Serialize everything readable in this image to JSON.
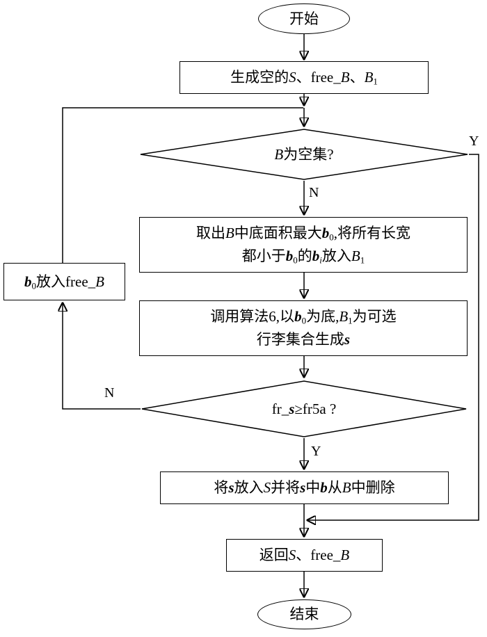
{
  "diagram": {
    "kind": "flowchart",
    "line_color": "#000000",
    "fill_color": "#ffffff"
  },
  "nodes": {
    "start": {
      "type": "terminator",
      "label": [
        {
          "t": "开始",
          "s": "n"
        }
      ]
    },
    "create_sets": {
      "type": "process",
      "label": [
        {
          "t": "生成空的",
          "s": "n"
        },
        {
          "t": "S",
          "s": "i"
        },
        {
          "t": "、free_",
          "s": "n"
        },
        {
          "t": "B",
          "s": "i"
        },
        {
          "t": "、",
          "s": "n"
        },
        {
          "t": "B",
          "s": "i"
        },
        {
          "t": "1",
          "s": "sub"
        }
      ]
    },
    "check_b_empty": {
      "type": "decision",
      "label": [
        {
          "t": "B",
          "s": "i"
        },
        {
          "t": "为空集?",
          "s": "n"
        }
      ]
    },
    "pick_b0": {
      "type": "process",
      "line1": [
        {
          "t": "取出",
          "s": "n"
        },
        {
          "t": "B",
          "s": "i"
        },
        {
          "t": "中底面积最大",
          "s": "n"
        },
        {
          "t": "b",
          "s": "bi"
        },
        {
          "t": "0",
          "s": "sub"
        },
        {
          "t": ",将所有长宽",
          "s": "n"
        }
      ],
      "line2": [
        {
          "t": "都小于",
          "s": "n"
        },
        {
          "t": "b",
          "s": "bi"
        },
        {
          "t": "0",
          "s": "sub"
        },
        {
          "t": "的",
          "s": "n"
        },
        {
          "t": "b",
          "s": "bi"
        },
        {
          "t": "i",
          "s": "subi"
        },
        {
          "t": "放入",
          "s": "n"
        },
        {
          "t": "B",
          "s": "i"
        },
        {
          "t": "1",
          "s": "sub"
        }
      ]
    },
    "call_alg6": {
      "type": "process",
      "line1": [
        {
          "t": "调用算法6,以",
          "s": "n"
        },
        {
          "t": "b",
          "s": "bi"
        },
        {
          "t": "0",
          "s": "sub"
        },
        {
          "t": "为底,",
          "s": "n"
        },
        {
          "t": "B",
          "s": "i"
        },
        {
          "t": "1",
          "s": "sub"
        },
        {
          "t": "为可选",
          "s": "n"
        }
      ],
      "line2": [
        {
          "t": "行李集合生成",
          "s": "n"
        },
        {
          "t": "s",
          "s": "bi"
        }
      ]
    },
    "check_fr": {
      "type": "decision",
      "label": [
        {
          "t": "fr_",
          "s": "n"
        },
        {
          "t": "s",
          "s": "bi"
        },
        {
          "t": "≥fr5a ?",
          "s": "n"
        }
      ]
    },
    "commit_s": {
      "type": "process",
      "label": [
        {
          "t": "将",
          "s": "n"
        },
        {
          "t": "s",
          "s": "bi"
        },
        {
          "t": "放入",
          "s": "n"
        },
        {
          "t": "S",
          "s": "i"
        },
        {
          "t": "并将",
          "s": "n"
        },
        {
          "t": "s",
          "s": "bi"
        },
        {
          "t": "中",
          "s": "n"
        },
        {
          "t": "b",
          "s": "bi"
        },
        {
          "t": "从",
          "s": "n"
        },
        {
          "t": "B",
          "s": "i"
        },
        {
          "t": "中删除",
          "s": "n"
        }
      ]
    },
    "return_result": {
      "type": "process",
      "label": [
        {
          "t": "返回",
          "s": "n"
        },
        {
          "t": "S",
          "s": "i"
        },
        {
          "t": "、free_",
          "s": "n"
        },
        {
          "t": "B",
          "s": "i"
        }
      ]
    },
    "b0_to_free": {
      "type": "process",
      "label": [
        {
          "t": "b",
          "s": "bi"
        },
        {
          "t": "0",
          "s": "sub"
        },
        {
          "t": "放入free_",
          "s": "n"
        },
        {
          "t": "B",
          "s": "i"
        }
      ]
    },
    "end": {
      "type": "terminator",
      "label": [
        {
          "t": "结束",
          "s": "n"
        }
      ]
    }
  },
  "edge_labels": {
    "d1_yes": "Y",
    "d1_no": "N",
    "d2_no": "N",
    "d2_yes": "Y"
  }
}
